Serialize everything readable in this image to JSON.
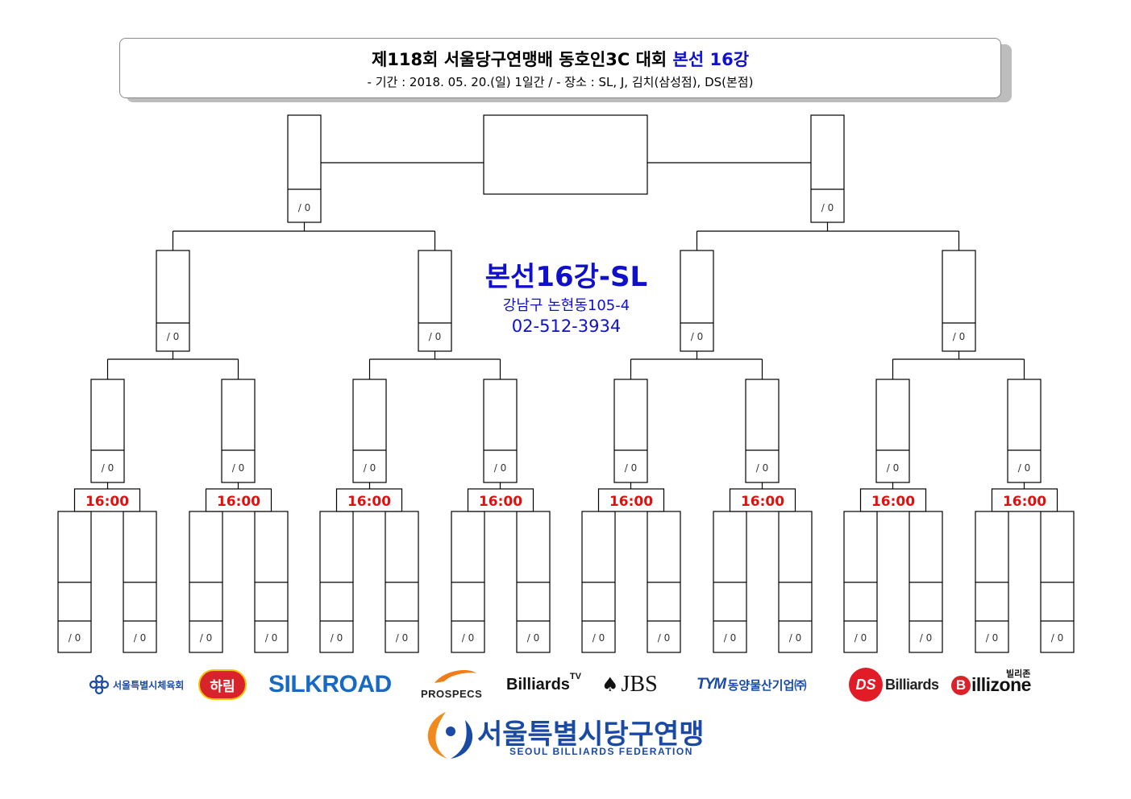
{
  "header": {
    "title_main": "제118회 서울당구연맹배 동호인3C 대회",
    "title_accent": "본선 16강",
    "subtitle": "- 기간 : 2018. 05. 20.(일) 1일간 / - 장소 : SL, J, 김치(삼성점), DS(본점)"
  },
  "venue": {
    "title": "본선16강-SL",
    "address": "강남구 논현동105-4",
    "phone": "02-512-3934"
  },
  "bracket": {
    "score_placeholder": "/ 0",
    "match_times": [
      "16:00",
      "16:00",
      "16:00",
      "16:00",
      "16:00",
      "16:00",
      "16:00",
      "16:00"
    ]
  },
  "sponsors": {
    "seoul_sports": "서울특별시체육회",
    "harim": "하림",
    "silkroad": "SILKROAD",
    "prospecs": "PROSPECS",
    "billiards_tv": "Billiards",
    "billiards_tv_sup": "TV",
    "jbs": "JBS",
    "tym": "동양물산기업㈜",
    "tym_mark": "TYM",
    "ds_mark": "DS",
    "ds_billiards": "Billiards",
    "billizone": "illizone",
    "billizone_b": "B",
    "billizone_kr": "빌리존"
  },
  "federation": {
    "name": "서울특별시당구연맹",
    "name_en": "SEOUL BILLIARDS FEDERATION"
  },
  "colors": {
    "accent_blue": "#1010d0",
    "time_red": "#e01010",
    "federation_blue": "#1a4aa3",
    "federation_orange": "#f08a1c"
  }
}
